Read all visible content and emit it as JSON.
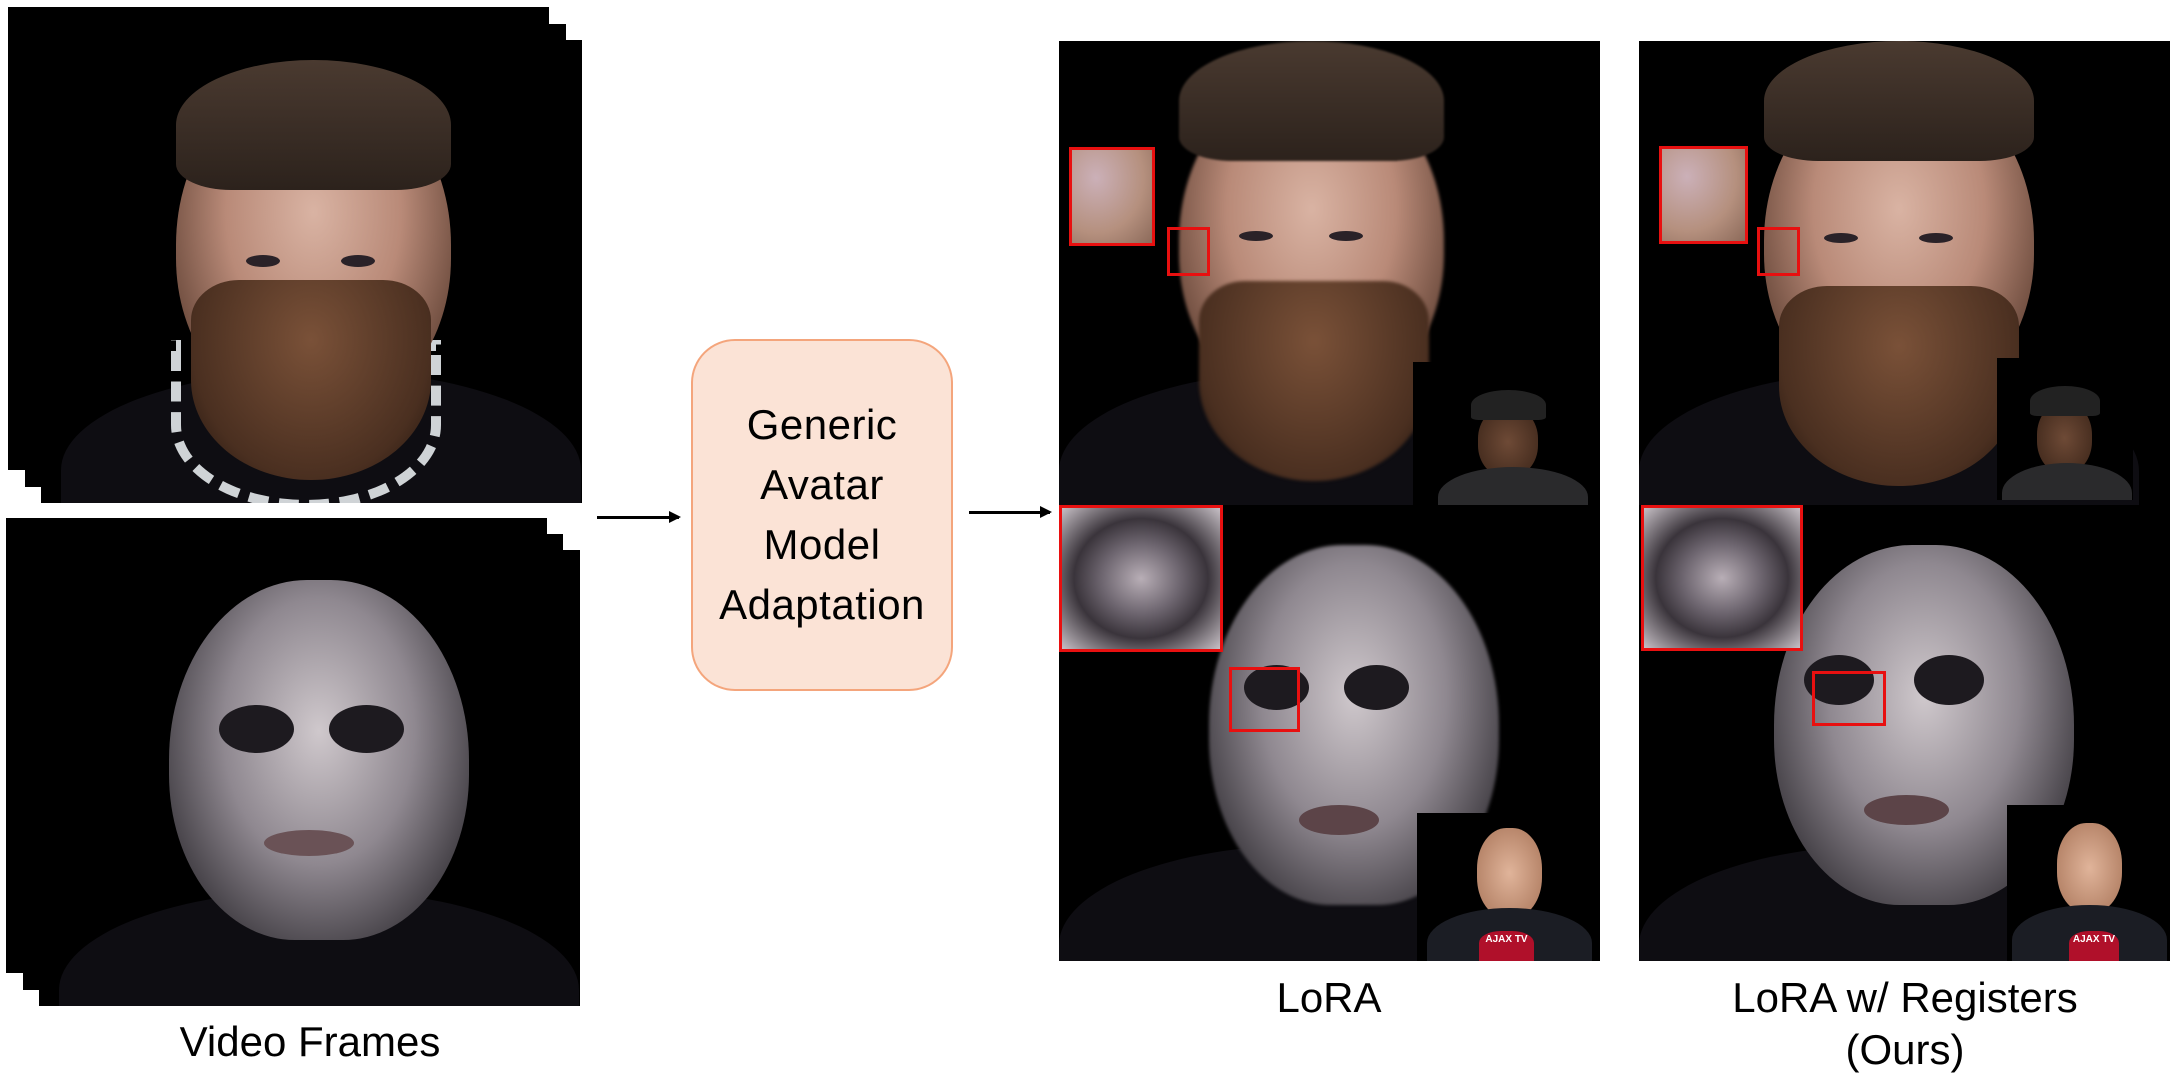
{
  "figure": {
    "input_column": {
      "caption": "Video Frames",
      "stacks": [
        {
          "subject": "bearded man with face tattoos",
          "frames": 3
        },
        {
          "subject": "bald man with skull face tattoo",
          "frames": 3
        }
      ]
    },
    "process": {
      "lines": [
        "Generic",
        "Avatar",
        "Model",
        "Adaptation"
      ],
      "fill_color": "#FBE3D6",
      "border_color": "#F4A57C"
    },
    "results": [
      {
        "caption": "LoRA",
        "rows": [
          {
            "subject": "bearded man reenactment",
            "driver": "man in cap and glasses",
            "zoom_region": "cheek tattoo"
          },
          {
            "subject": "skull-tattoo man reenactment",
            "driver": "news reporter with microphone",
            "zoom_region": "left eye",
            "mic_label": "AJAX TV"
          }
        ]
      },
      {
        "caption_line1": "LoRA w/ Registers",
        "caption_line2": "(Ours)",
        "rows": [
          {
            "subject": "bearded man reenactment",
            "driver": "man in cap and glasses",
            "zoom_region": "cheek tattoo"
          },
          {
            "subject": "skull-tattoo man reenactment",
            "driver": "news reporter with microphone",
            "zoom_region": "left eye",
            "mic_label": "AJAX TV"
          }
        ]
      }
    ],
    "highlight_color": "#E81010"
  }
}
